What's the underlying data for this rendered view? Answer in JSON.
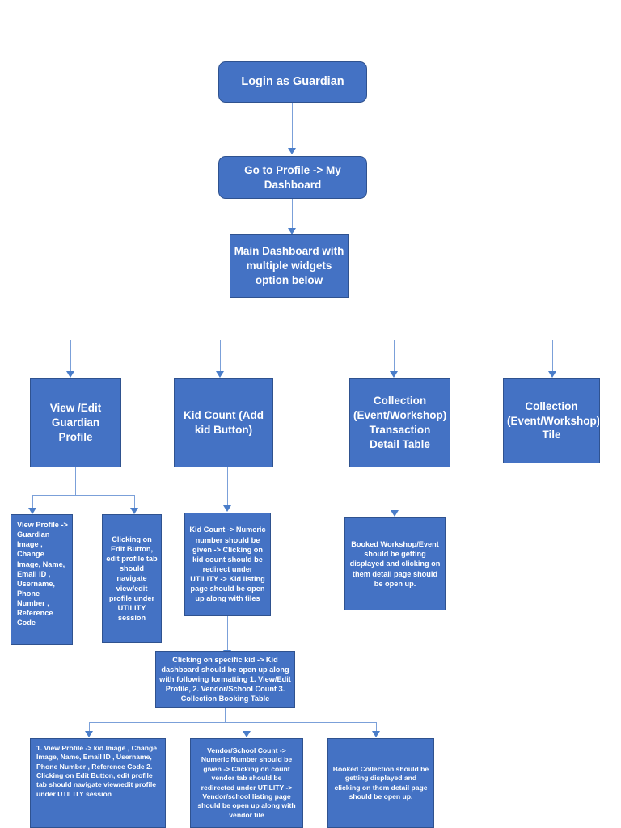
{
  "diagram": {
    "title": "Guardian Dashboard Flowchart",
    "accent_color": "#4472C4",
    "border_color": "#2F528F",
    "connector_color": "#7BA0D9",
    "text_color": "#FFFFFF",
    "background_color": "#FFFFFF"
  },
  "nodes": {
    "login": "Login as Guardian",
    "goto_profile": "Go to Profile -> My Dashboard",
    "main_dashboard": "Main Dashboard with multiple widgets option below",
    "view_edit_guardian_profile": "View /Edit Guardian Profile",
    "kid_count": "Kid Count (Add kid Button)",
    "collection_transaction_table": "Collection (Event/Workshop) Transaction Detail Table",
    "collection_tile": "Collection (Event/Workshop) Tile",
    "view_profile_detail": "View Profile -> Guardian Image , Change Image, Name, Email ID , Username, Phone Number , Reference Code",
    "edit_button_detail": "Clicking on Edit Button, edit profile tab should navigate view/edit profile under UTILITY session",
    "kid_count_detail": "Kid Count -> Numeric number should be given -> Clicking on kid count should be redirect under UTILITY -> Kid listing page should be open up along with tiles",
    "booked_workshop_detail": "Booked Workshop/Event should be getting displayed and clicking on them detail page should be open up.",
    "kid_dashboard_detail": "Clicking on specific kid -> Kid dashboard should be open up along with following formatting 1. View/Edit Profile, 2. Vendor/School Count 3. Collection Booking Table",
    "kid_profile_detail": "1.  View Profile -> kid Image , Change Image, Name, Email ID , Username, Phone Number , Reference Code 2. Clicking on Edit Button, edit profile tab should navigate view/edit profile under UTILITY session",
    "vendor_school_count_detail": "Vendor/School Count -> Numeric Number should be given -> Clicking on count vendor tab should be redirected under UTILITY -> Vendor/school listing page should be open up along with vendor tile",
    "booked_collection_detail": "Booked Collection should be getting displayed and clicking on them detail page should be open up."
  }
}
